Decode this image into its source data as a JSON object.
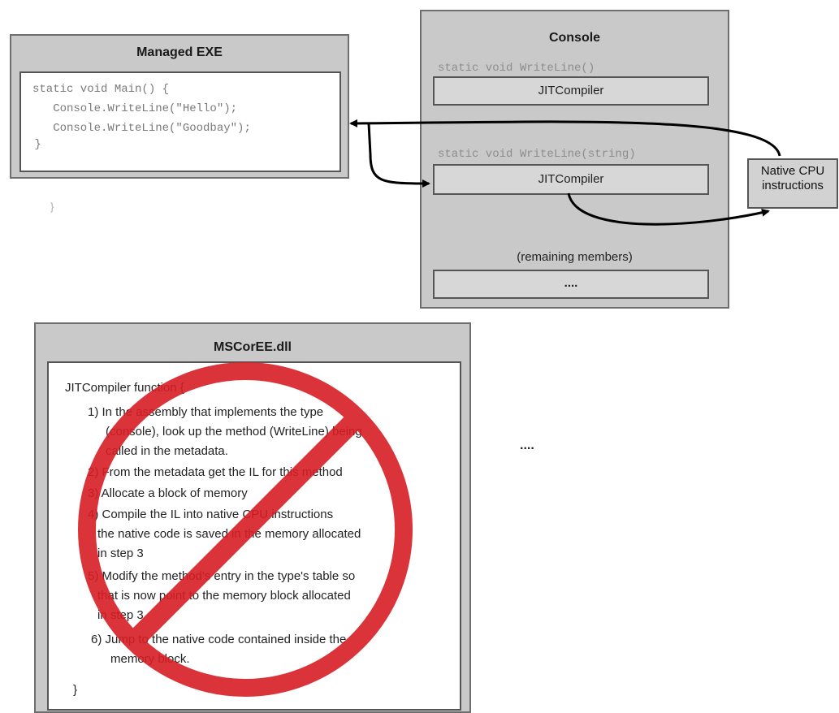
{
  "managed_exe": {
    "title": "Managed EXE",
    "code": [
      "static void Main() {",
      "   Console.WriteLine(\"Hello\");",
      "   Console.WriteLine(\"Goodbay\");",
      " }"
    ],
    "stray_brace": "}"
  },
  "console": {
    "title": "Console",
    "method1_sig": "static void WriteLine()",
    "method1_stub": "JITCompiler",
    "method2_sig": "static void WriteLine(string)",
    "method2_stub": "JITCompiler",
    "remaining_label": "(remaining members)",
    "remaining_stub": "...."
  },
  "native_cpu": {
    "line1": "Native CPU",
    "line2": "instructions"
  },
  "mscoree": {
    "title": "MSCorEE.dll",
    "header": "JITCompiler function {",
    "steps": [
      "1) In the assembly that implements the type",
      "(console), look up the method (WriteLine) being",
      "called in the metadata.",
      "2) From the metadata get the IL for this method",
      "3) Allocate a block of memory",
      "4) Compile the IL into native CPU instructions",
      "the native code is saved in the memory allocated",
      "in step 3",
      "5) Modify the method's entry in the type's table so",
      "that is now point to the memory block allocated",
      "in step 3",
      "6) Jump to the native code contained inside the",
      "memory block."
    ],
    "footer": "}"
  },
  "ellipsis": "....",
  "colors": {
    "box_fill": "#c9c9c9",
    "prohibit_red": "#d61e25"
  },
  "icons": {
    "prohibition": "no-sign-icon"
  }
}
